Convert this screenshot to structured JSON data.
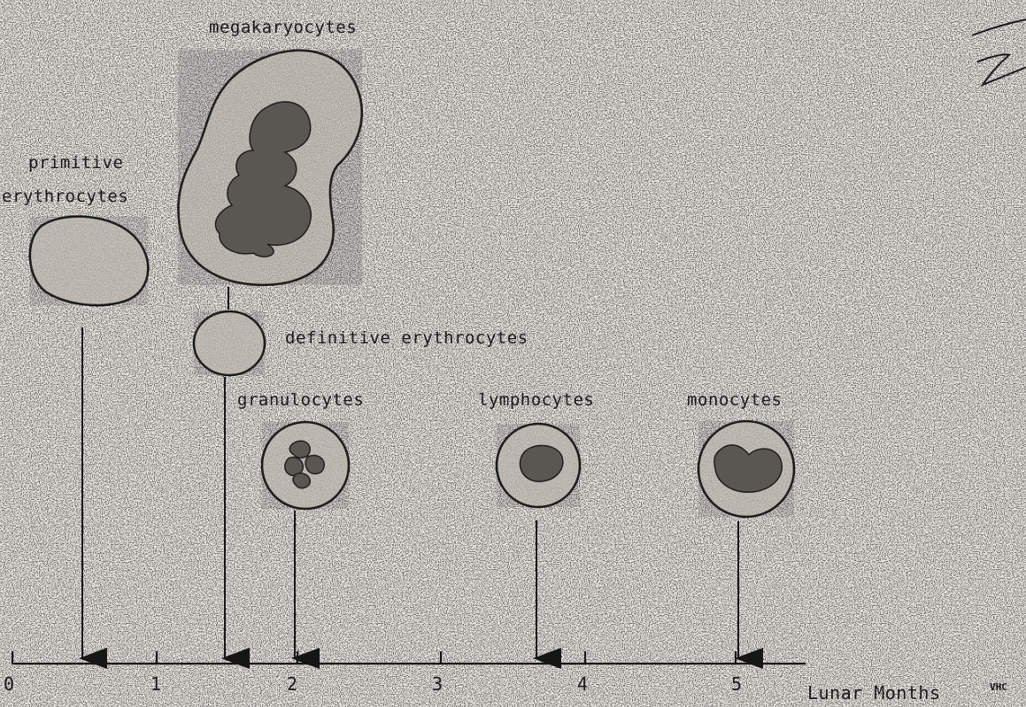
{
  "labels": {
    "megakaryocytes": "megakaryocytes",
    "primitive_line1": "primitive",
    "primitive_line2": "erythrocytes",
    "definitive": "definitive erythrocytes",
    "granulocytes": "granulocytes",
    "lymphocytes": "lymphocytes",
    "monocytes": "monocytes"
  },
  "axis": {
    "label": "Lunar Months",
    "ticks": [
      "0",
      "1",
      "2",
      "3",
      "4",
      "5"
    ]
  },
  "signature": "VHC",
  "appearance_months": {
    "primitive_erythrocytes": 0.5,
    "megakaryocytes": 1.5,
    "definitive_erythrocytes": 1.5,
    "granulocytes": 2.0,
    "lymphocytes": 3.67,
    "monocytes": 5.0
  },
  "colors": {
    "paper": "#ece8e2",
    "ink": "#161616",
    "cytoplasm": "#d2cdc4",
    "nucleus": "#5a5753"
  }
}
